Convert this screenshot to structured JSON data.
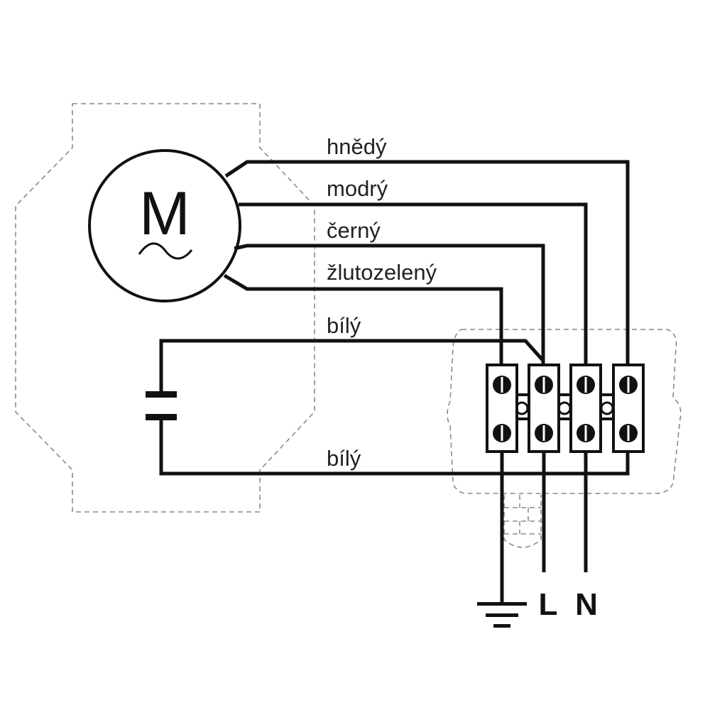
{
  "motor": {
    "symbol": "M",
    "ac_symbol": "~"
  },
  "wires": {
    "brown": "hnědý",
    "blue": "modrý",
    "black": "černý",
    "yellow_green": "žlutozelený",
    "white_top": "bílý",
    "white_bottom": "bílý"
  },
  "supply": {
    "live": "L",
    "neutral": "N",
    "earth_icon": "ground-icon"
  },
  "colors": {
    "line": "#111111",
    "dashed_outline": "#8a8a8a",
    "background": "#ffffff"
  }
}
